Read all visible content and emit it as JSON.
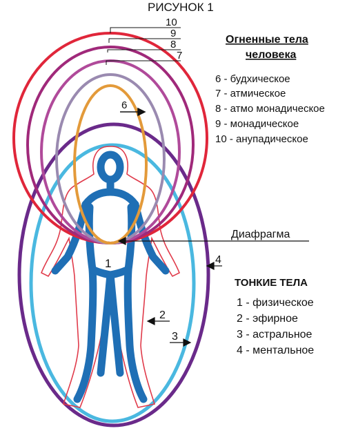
{
  "figure_title": "РИСУНОК 1",
  "fiery_bodies": {
    "heading_line1": "Огненные тела",
    "heading_line2": "человека",
    "items": [
      "6 - будхическое",
      "7 - атмическое",
      "8 - атмо монадическое",
      "9 - монадическое",
      "10 - анупадическое"
    ]
  },
  "subtle_bodies": {
    "heading": "ТОНКИЕ ТЕЛА",
    "items": [
      "1 - физическое",
      "2 - эфирное",
      "3 - астральное",
      "4 - ментальное"
    ]
  },
  "labels": {
    "n10": "10",
    "n9": "9",
    "n8": "8",
    "n7": "7",
    "n6": "6",
    "n1": "1",
    "n2": "2",
    "n3": "3",
    "n4": "4",
    "diaphragm": "Диафрагма"
  },
  "colors": {
    "body_10": "#e0263a",
    "body_9": "#a0297a",
    "body_8": "#b04a9a",
    "body_7": "#9a8ab0",
    "body_6": "#e39a3a",
    "mental": "#6a2a8a",
    "astral": "#4ab8e0",
    "etheric": "#e03a4a",
    "physical": "#1f6fb5"
  }
}
